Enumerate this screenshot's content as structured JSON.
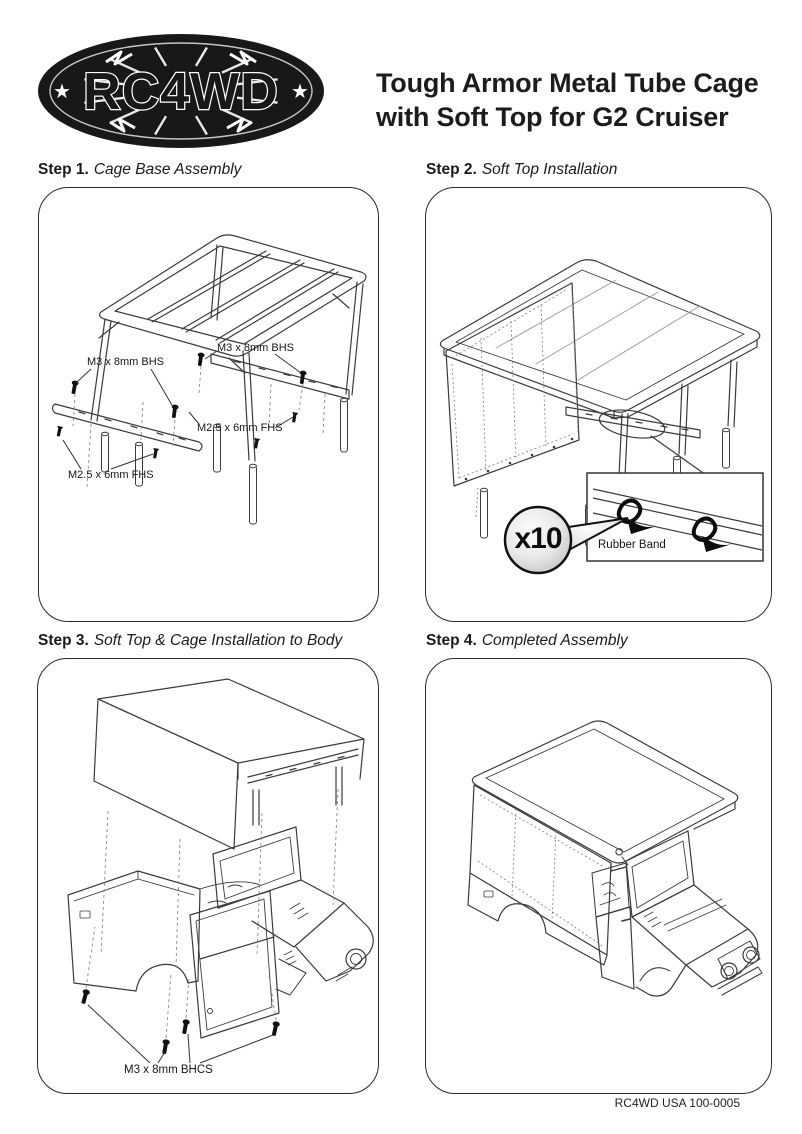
{
  "page": {
    "logo_text": "RC4WD",
    "title_line1": "Tough Armor Metal Tube Cage",
    "title_line2": "with Soft Top for G2 Cruiser",
    "footer": "RC4WD USA 100-0005"
  },
  "steps": [
    {
      "label": "Step 1.",
      "name": "Cage Base Assembly",
      "annotations": {
        "bhs_left": "M3 x 8mm BHS",
        "bhs_right": "M3 x 8mm BHS",
        "fhs_right": "M2.5 x 6mm FHS",
        "fhs_left": "M2.5 x 6mm FHS"
      }
    },
    {
      "label": "Step 2.",
      "name": "Soft Top Installation",
      "annotations": {
        "qty": "x10",
        "rubber_band": "Rubber Band"
      }
    },
    {
      "label": "Step 3.",
      "name": "Soft Top & Cage Installation to Body",
      "annotations": {
        "bhcs": "M3 x 8mm BHCS"
      }
    },
    {
      "label": "Step 4.",
      "name": "Completed Assembly",
      "annotations": {}
    }
  ]
}
